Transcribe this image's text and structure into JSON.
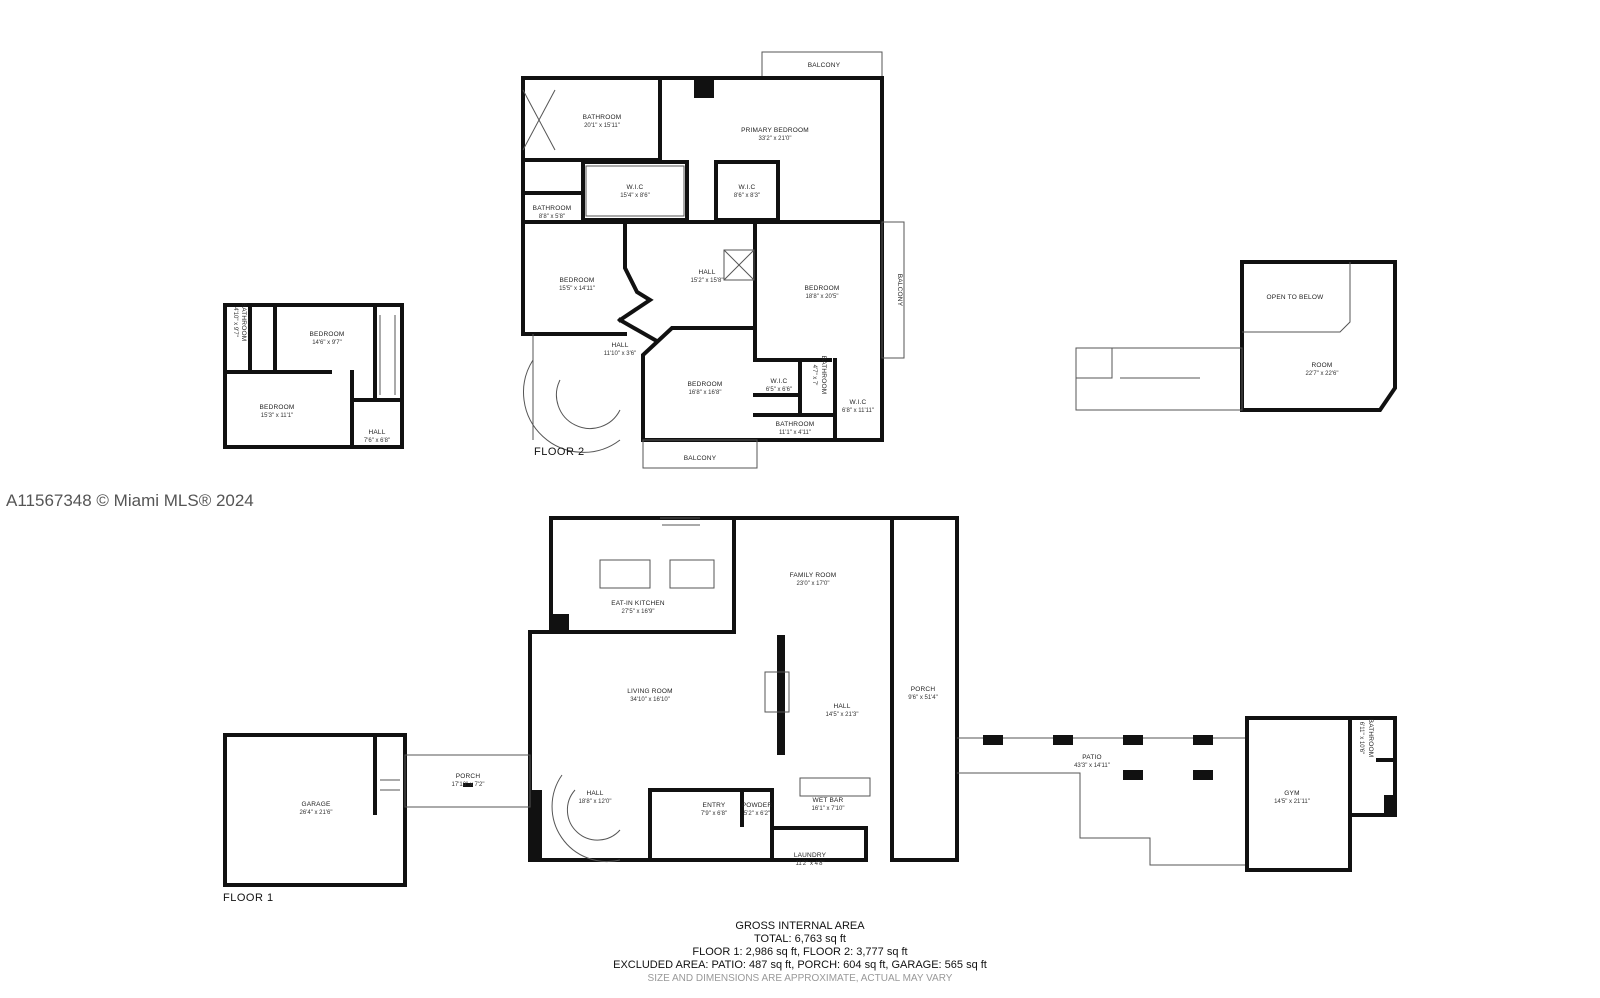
{
  "watermark": "A11567348 © Miami MLS® 2024",
  "floor_labels": {
    "floor2": "FLOOR 2",
    "floor1": "FLOOR 1"
  },
  "rooms": {
    "f2_bathroom_main": {
      "name": "BATHROOM",
      "dim": "20'1\" x 15'11\""
    },
    "f2_primary_bedroom": {
      "name": "PRIMARY BEDROOM",
      "dim": "33'2\" x 21'0\""
    },
    "f2_balcony_top": {
      "name": "BALCONY",
      "dim": ""
    },
    "f2_wic_large": {
      "name": "W.I.C",
      "dim": "15'4\" x 8'6\""
    },
    "f2_wic_small": {
      "name": "W.I.C",
      "dim": "8'6\" x 8'3\""
    },
    "f2_bathroom_small": {
      "name": "BATHROOM",
      "dim": "8'8\" x 5'8\""
    },
    "f2_bedroom_left": {
      "name": "BEDROOM",
      "dim": "15'5\" x 14'11\""
    },
    "f2_hall_center": {
      "name": "HALL",
      "dim": "15'2\" x 15'8\""
    },
    "f2_bedroom_right": {
      "name": "BEDROOM",
      "dim": "18'8\" x 20'5\""
    },
    "f2_balcony_right": {
      "name": "BALCONY",
      "dim": ""
    },
    "f2_hall_small": {
      "name": "HALL",
      "dim": "11'10\" x 3'6\""
    },
    "f2_bedroom_bottom": {
      "name": "BEDROOM",
      "dim": "16'8\" x 16'8\""
    },
    "f2_wic_bottom": {
      "name": "W.I.C",
      "dim": "6'5\" x 6'6\""
    },
    "f2_bathroom_vert": {
      "name": "BATHROOM",
      "dim": "4'7\" x 7'"
    },
    "f2_wic_right": {
      "name": "W.I.C",
      "dim": "6'8\" x 11'11\""
    },
    "f2_bathroom_bottom": {
      "name": "BATHROOM",
      "dim": "11'1\" x 4'11\""
    },
    "f2_balcony_bottom": {
      "name": "BALCONY",
      "dim": ""
    },
    "gh_bathroom": {
      "name": "BATHROOM",
      "dim": "4'10\" x 9'7\""
    },
    "gh_bedroom_top": {
      "name": "BEDROOM",
      "dim": "14'6\" x 9'7\""
    },
    "gh_bedroom_bottom": {
      "name": "BEDROOM",
      "dim": "15'3\" x 11'1\""
    },
    "gh_hall": {
      "name": "HALL",
      "dim": "7'6\" x 6'8\""
    },
    "gym2_open": {
      "name": "OPEN TO BELOW",
      "dim": ""
    },
    "gym2_room": {
      "name": "ROOM",
      "dim": "22'7\" x 22'6\""
    },
    "f1_kitchen": {
      "name": "EAT-IN KITCHEN",
      "dim": "27'5\" x 16'9\""
    },
    "f1_family": {
      "name": "FAMILY ROOM",
      "dim": "23'0\" x 17'0\""
    },
    "f1_living": {
      "name": "LIVING ROOM",
      "dim": "34'10\" x 16'10\""
    },
    "f1_hall_right": {
      "name": "HALL",
      "dim": "14'5\" x 21'3\""
    },
    "f1_porch_right": {
      "name": "PORCH",
      "dim": "9'6\" x 51'4\""
    },
    "f1_porch_left": {
      "name": "PORCH",
      "dim": "17'10\" x 7'2\""
    },
    "f1_hall_entry": {
      "name": "HALL",
      "dim": "18'8\" x 12'0\""
    },
    "f1_entry": {
      "name": "ENTRY",
      "dim": "7'9\" x 6'8\""
    },
    "f1_powder": {
      "name": "POWDER",
      "dim": "5'2\" x 6'2\""
    },
    "f1_wetbar": {
      "name": "WET BAR",
      "dim": "16'1\" x 7'10\""
    },
    "f1_laundry": {
      "name": "LAUNDRY",
      "dim": "11'2\" x 4'8\""
    },
    "f1_garage": {
      "name": "GARAGE",
      "dim": "26'4\" x 21'6\""
    },
    "f1_patio": {
      "name": "PATIO",
      "dim": "43'3\" x 14'11\""
    },
    "f1_gym": {
      "name": "GYM",
      "dim": "14'5\" x 21'11\""
    },
    "f1_gym_bath": {
      "name": "BATHROOM",
      "dim": "6'11\" x 10'6\""
    }
  },
  "gross_internal_area": {
    "heading": "GROSS INTERNAL AREA",
    "total": "TOTAL: 6,763 sq ft",
    "floors": "FLOOR 1: 2,986 sq ft, FLOOR 2: 3,777 sq ft",
    "excluded": "EXCLUDED AREA: PATIO: 487 sq ft, PORCH: 604 sq ft, GARAGE: 565 sq ft",
    "note": "SIZE AND DIMENSIONS ARE APPROXIMATE, ACTUAL MAY VARY"
  }
}
